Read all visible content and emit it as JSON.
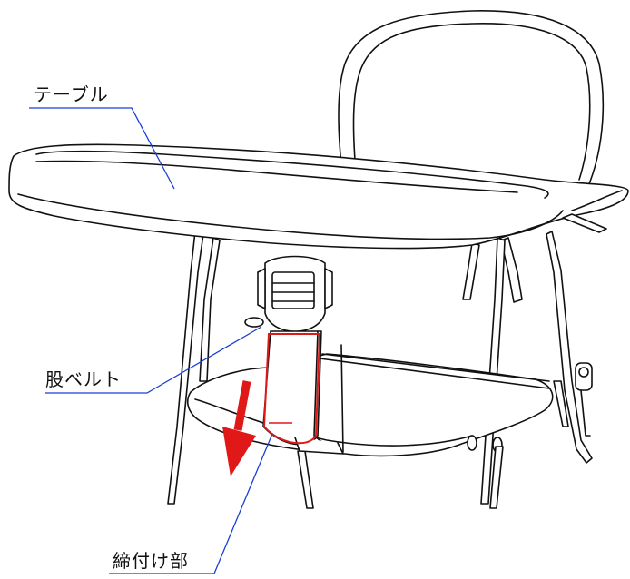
{
  "labels": {
    "table": "テーブル",
    "crotch_belt": "股ベルト",
    "tightening_part": "締付け部"
  },
  "colors": {
    "line": "#111111",
    "callout": "#1a3fd6",
    "belt_highlight": "#e01818",
    "arrow": "#e01818"
  },
  "icons": {
    "arrow": "down-left-arrow"
  }
}
